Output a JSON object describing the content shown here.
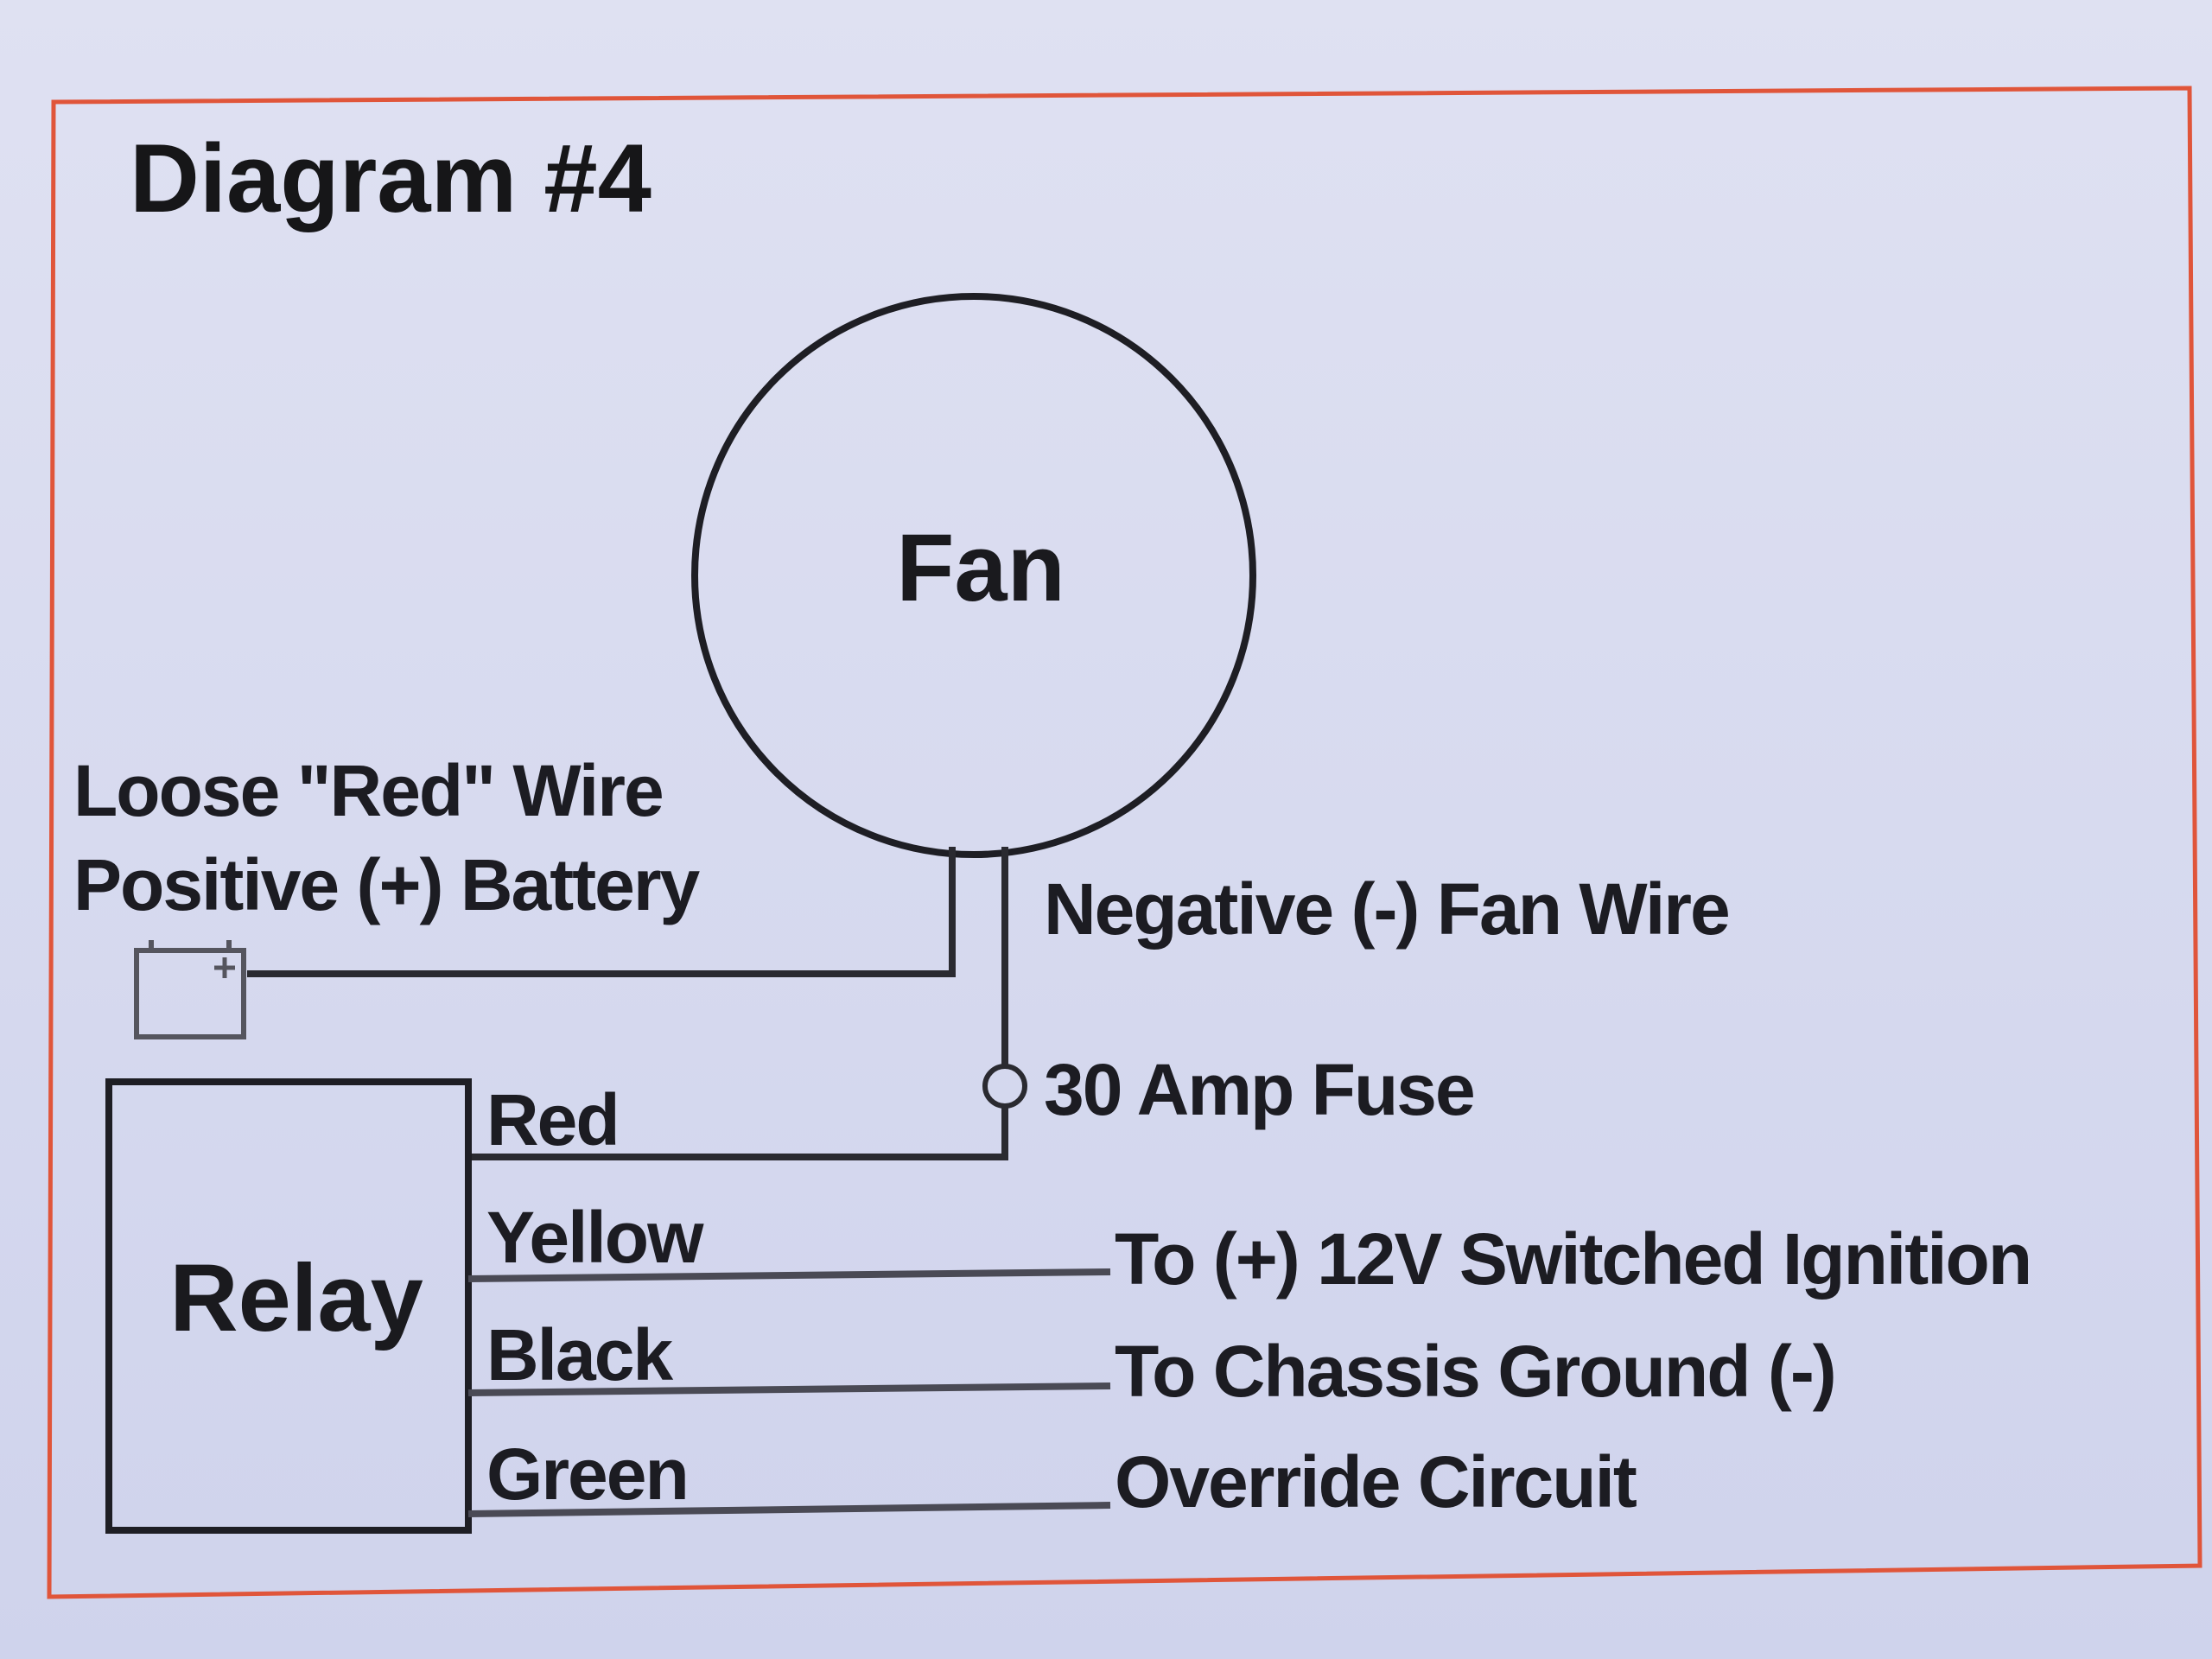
{
  "title": "Diagram #4",
  "fan": {
    "label": "Fan"
  },
  "relay": {
    "label": "Relay"
  },
  "battery": {
    "line1": "Loose \"Red\" Wire",
    "line2": "Positive (+) Battery",
    "icon": "battery-icon"
  },
  "negative_wire": "Negative (-) Fan Wire",
  "fuse": "30 Amp Fuse",
  "relay_wires": [
    {
      "color": "Red",
      "destination": ""
    },
    {
      "color": "Yellow",
      "destination": "To (+) 12V Switched Ignition"
    },
    {
      "color": "Black",
      "destination": "To Chassis Ground (-)"
    },
    {
      "color": "Green",
      "destination": "Override Circuit"
    }
  ],
  "colors": {
    "border": "#e0553a",
    "background": "#d6d9ee",
    "ink": "#1c1c22"
  }
}
